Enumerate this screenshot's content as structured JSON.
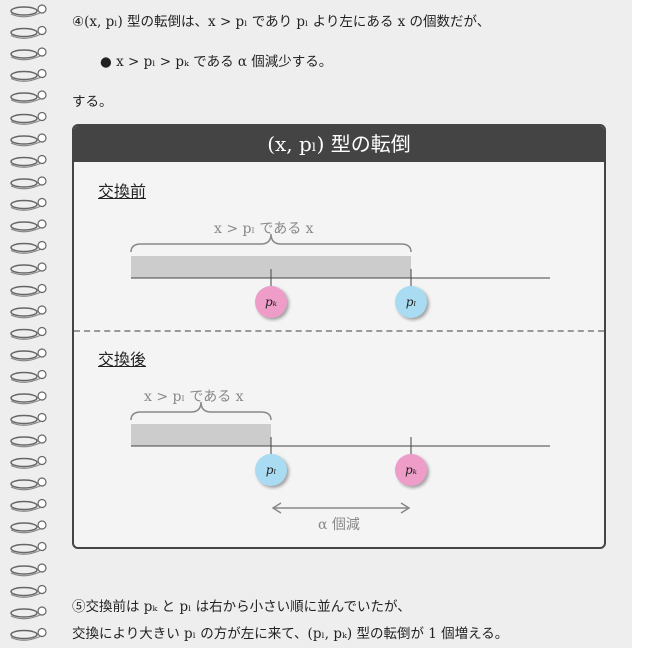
{
  "lines": {
    "line1": "④(x, pₗ) 型の転倒は、x > pₗ であり pₗ より左にある x の個数だが、",
    "bullet": "● x > pₗ > pₖ である α 個減少する。",
    "line3": "する。",
    "line5a": "⑤交換前は pₖ と pₗ は右から小さい順に並んでいたが、",
    "line5b": "交換により大きい pₗ の方が左に来て、(pₗ, pₖ) 型の転倒が 1 個増える。"
  },
  "box": {
    "title": "(x, pₗ) 型の転倒",
    "before": {
      "heading": "交換前",
      "brace_label": "x > pₗ である x",
      "left_circle": "pₖ",
      "right_circle": "pₗ"
    },
    "after": {
      "heading": "交換後",
      "brace_label": "x > pₗ である x",
      "left_circle": "pₗ",
      "right_circle": "pₖ",
      "arrow_label": "α 個減"
    }
  },
  "colors": {
    "pink": "#ee9cc8",
    "blue": "#a9dcf2",
    "box_header": "#444444"
  }
}
